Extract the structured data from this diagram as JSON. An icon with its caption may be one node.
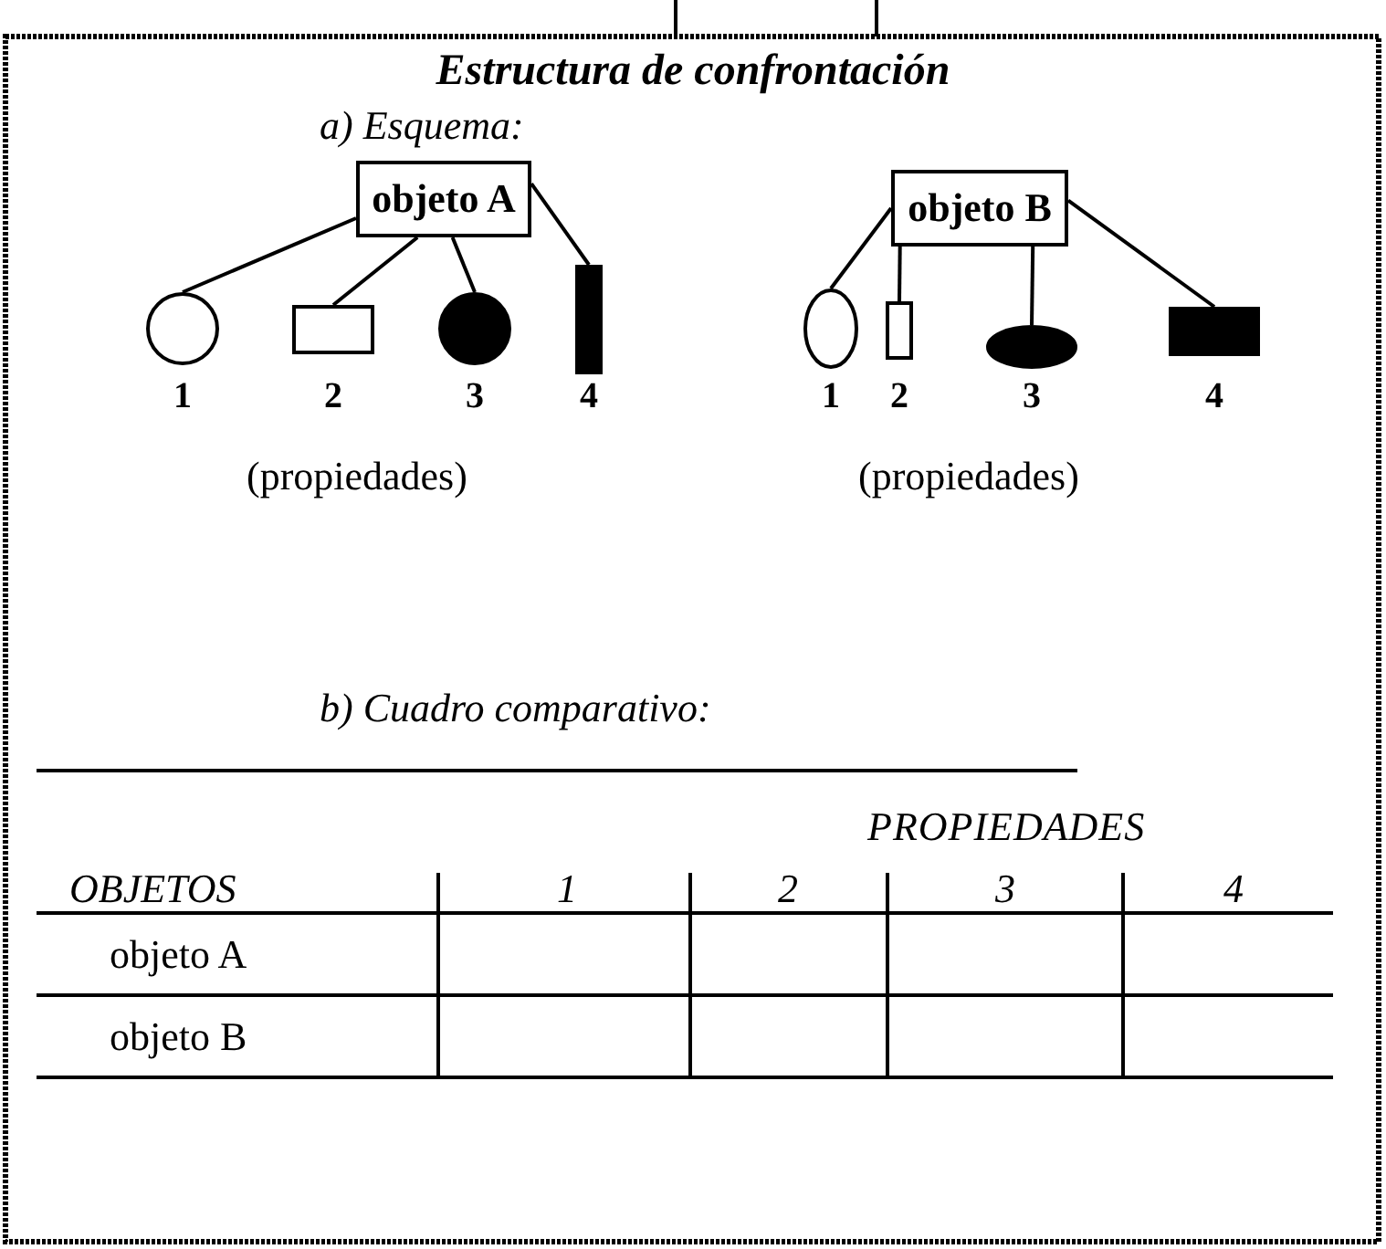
{
  "diagram": {
    "title": "Estructura de confrontación",
    "nodes": [
      {
        "text": [
          "objeto A"
        ]
      },
      {
        "text": [],
        "shape": "circle",
        "beside": [
          "1"
        ]
      },
      {
        "text": [],
        "shape": "box",
        "beside": [
          "2"
        ]
      },
      {
        "text": [],
        "shape": "circle",
        "beside": [
          "3"
        ]
      },
      {
        "text": [],
        "shape": "bar",
        "beside": [
          "4"
        ]
      },
      {
        "text": [
          "objeto B"
        ]
      },
      {
        "text": [],
        "shape": "ellipse",
        "beside": [
          "1"
        ]
      },
      {
        "text": [],
        "shape": "box",
        "beside": [
          "2"
        ]
      },
      {
        "text": [],
        "shape": "ellipse",
        "beside": [
          "3"
        ]
      },
      {
        "text": [],
        "shape": "box",
        "beside": [
          "4"
        ]
      }
    ],
    "edges": [
      {
        "from": 0,
        "to": 1,
        "arrow": "none"
      },
      {
        "from": 0,
        "to": 2,
        "arrow": "none"
      },
      {
        "from": 0,
        "to": 3,
        "arrow": "none"
      },
      {
        "from": 0,
        "to": 4,
        "arrow": "none"
      },
      {
        "from": 5,
        "to": 6,
        "arrow": "none"
      },
      {
        "from": 5,
        "to": 7,
        "arrow": "none"
      },
      {
        "from": 5,
        "to": 8,
        "arrow": "none"
      },
      {
        "from": 5,
        "to": 9,
        "arrow": "none"
      }
    ],
    "labels": [
      "a) Esquema:",
      "(propiedades)",
      "(propiedades)",
      "b) Cuadro comparativo:",
      "PROPIEDADES",
      "OBJETOS",
      "1",
      "2",
      "3",
      "4",
      "objeto A",
      "objeto B"
    ]
  }
}
